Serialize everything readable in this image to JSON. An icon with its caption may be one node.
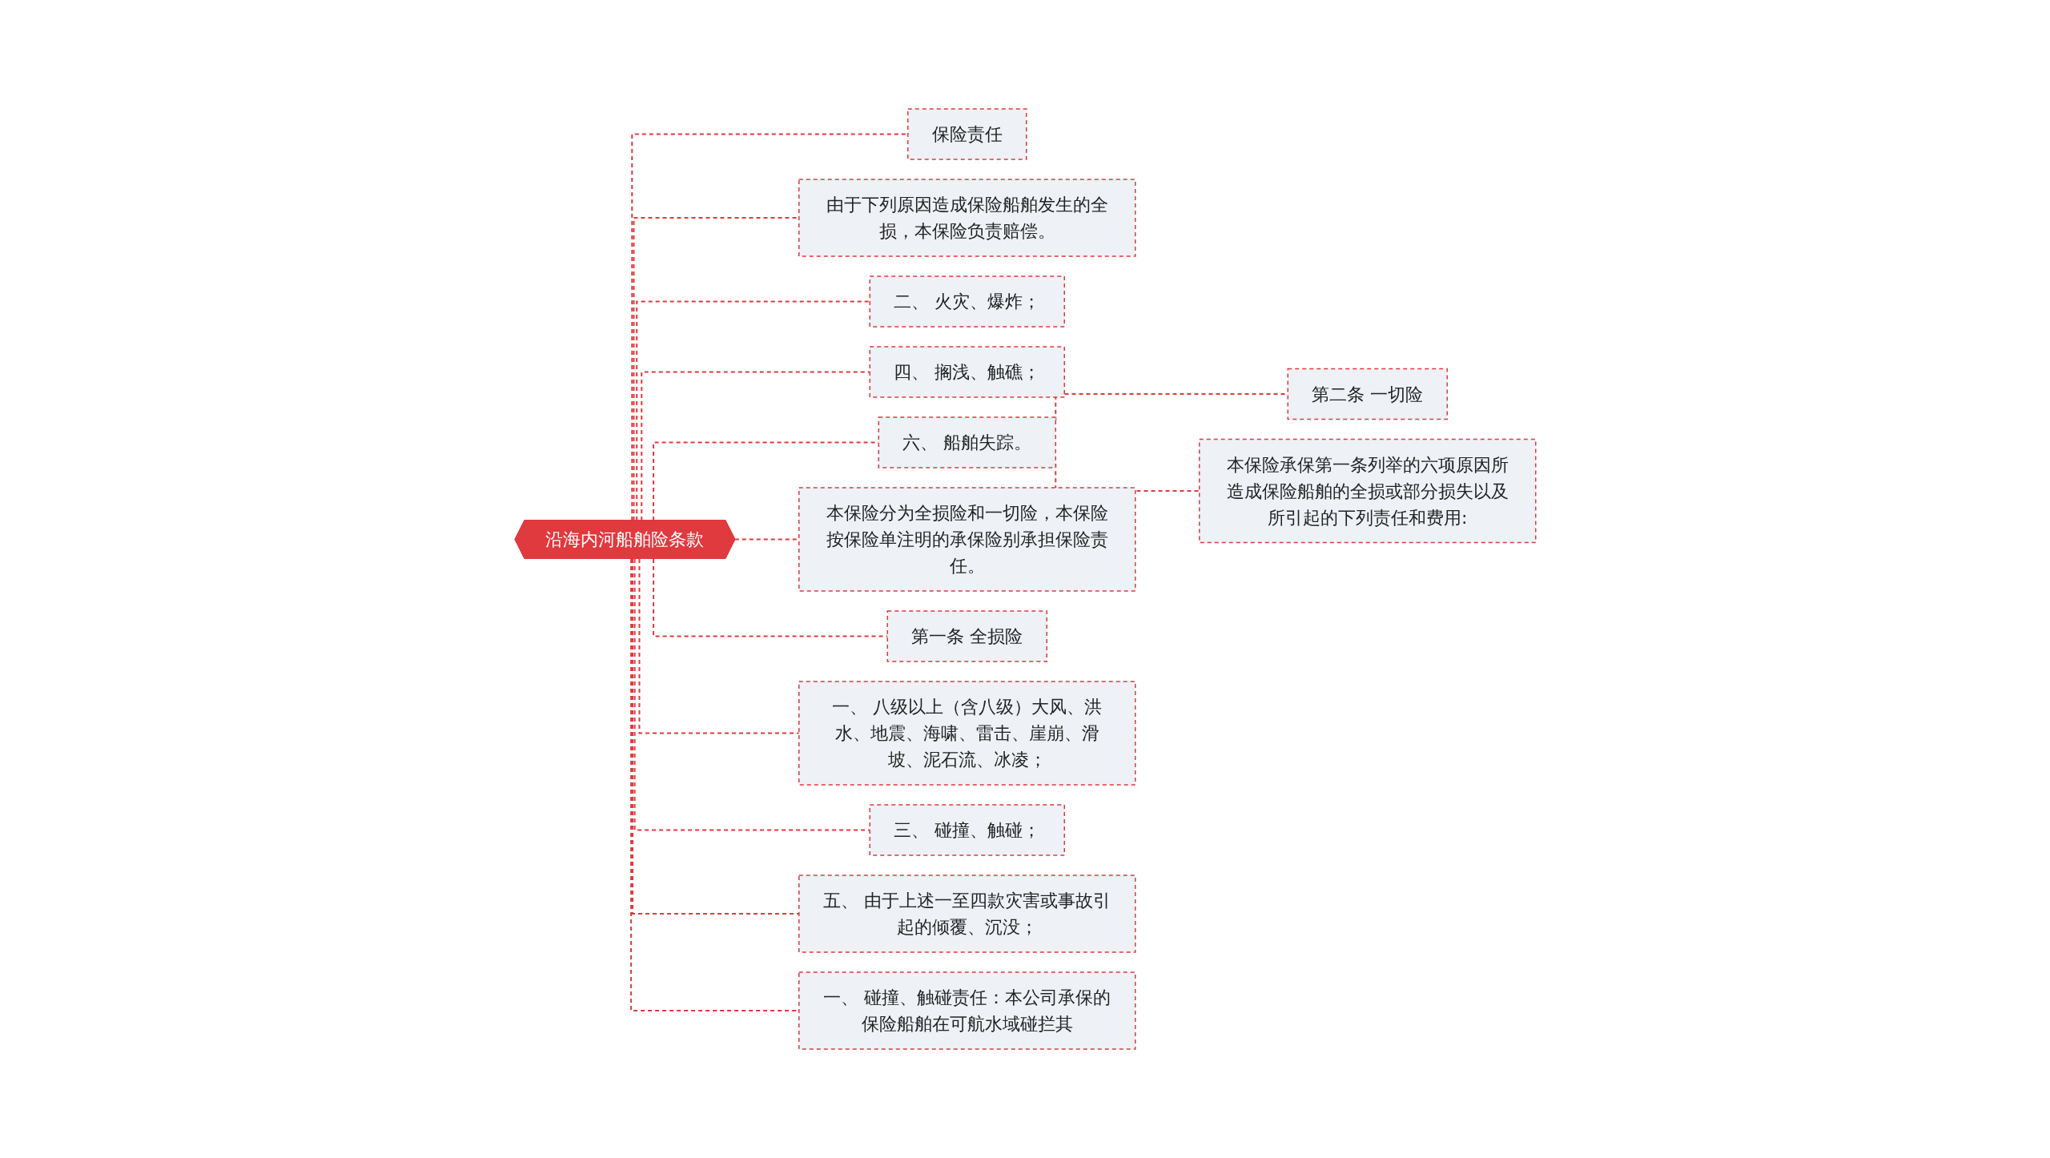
{
  "diagram": {
    "nodes": [
      {
        "text": [
          "沿海内河船舶险条款"
        ]
      },
      {
        "text": [
          "保险责任"
        ]
      },
      {
        "text": [
          "由于下列原因造成保险船舶发生的全损，本保险负责赔偿。"
        ]
      },
      {
        "text": [
          "二、 火灾、爆炸；"
        ]
      },
      {
        "text": [
          "四、 搁浅、触礁；"
        ]
      },
      {
        "text": [
          "六、 船舶失踪。"
        ]
      },
      {
        "text": [
          "第二条 一切险"
        ]
      },
      {
        "text": [
          "本保险承保第一条列举的六项原因所造成保险船舶的全损或部分损失以及所引起的下列责任和费用:"
        ]
      },
      {
        "text": [
          "本保险分为全损险和一切险，本保险按保险单注明的承保险别承担保险责任。"
        ]
      },
      {
        "text": [
          "第一条 全损险"
        ]
      },
      {
        "text": [
          "一、 八级以上（含八级）大风、洪水、地震、海啸、雷击、崖崩、滑坡、泥石流、冰凌；"
        ]
      },
      {
        "text": [
          "三、 碰撞、触碰；"
        ]
      },
      {
        "text": [
          "五、 由于上述一至四款灾害或事故引起的倾覆、沉没；"
        ]
      },
      {
        "text": [
          "一、 碰撞、触碰责任：本公司承保的保险船舶在可航水域碰拦其"
        ]
      }
    ],
    "edges": [
      {
        "from": 0,
        "to": 1,
        "arrow": "none",
        "style": "dashed"
      },
      {
        "from": 0,
        "to": 2,
        "arrow": "none",
        "style": "dashed"
      },
      {
        "from": 0,
        "to": 3,
        "arrow": "none",
        "style": "dashed"
      },
      {
        "from": 0,
        "to": 4,
        "arrow": "none",
        "style": "dashed"
      },
      {
        "from": 0,
        "to": 5,
        "arrow": "none",
        "style": "dashed"
      },
      {
        "from": 5,
        "to": 6,
        "arrow": "none",
        "style": "dashed"
      },
      {
        "from": 5,
        "to": 7,
        "arrow": "none",
        "style": "dashed"
      },
      {
        "from": 0,
        "to": 8,
        "arrow": "none",
        "style": "dashed"
      },
      {
        "from": 0,
        "to": 9,
        "arrow": "none",
        "style": "dashed"
      },
      {
        "from": 0,
        "to": 10,
        "arrow": "none",
        "style": "dashed"
      },
      {
        "from": 0,
        "to": 11,
        "arrow": "none",
        "style": "dashed"
      },
      {
        "from": 0,
        "to": 12,
        "arrow": "none",
        "style": "dashed"
      },
      {
        "from": 0,
        "to": 13,
        "arrow": "none",
        "style": "dashed"
      }
    ]
  }
}
